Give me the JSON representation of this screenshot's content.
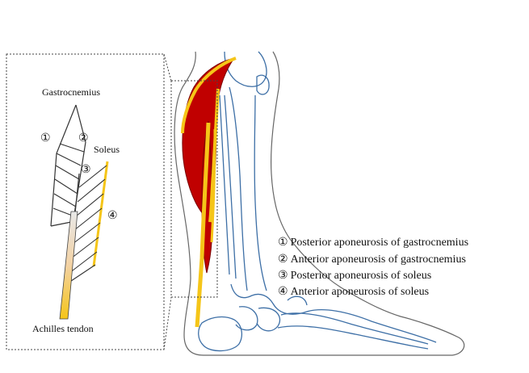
{
  "inset": {
    "labels": {
      "gastrocnemius": "Gastrocnemius",
      "soleus": "Soleus",
      "achilles": "Achilles tendon"
    },
    "markers": [
      "①",
      "②",
      "③",
      "④"
    ]
  },
  "legend": [
    {
      "marker": "①",
      "text": "Posterior aponeurosis of gastrocnemius"
    },
    {
      "marker": "②",
      "text": "Anterior aponeurosis of gastrocnemius"
    },
    {
      "marker": "③",
      "text": "Posterior aponeurosis of soleus"
    },
    {
      "marker": "④",
      "text": "Anterior aponeurosis of soleus"
    }
  ],
  "colors": {
    "bone_outline": "#3d6fa6",
    "muscle": "#c00000",
    "muscle_edge": "#7a0000",
    "aponeurosis": "#f5c518",
    "tendon_light": "#f6d8a8",
    "outline": "#555555"
  }
}
